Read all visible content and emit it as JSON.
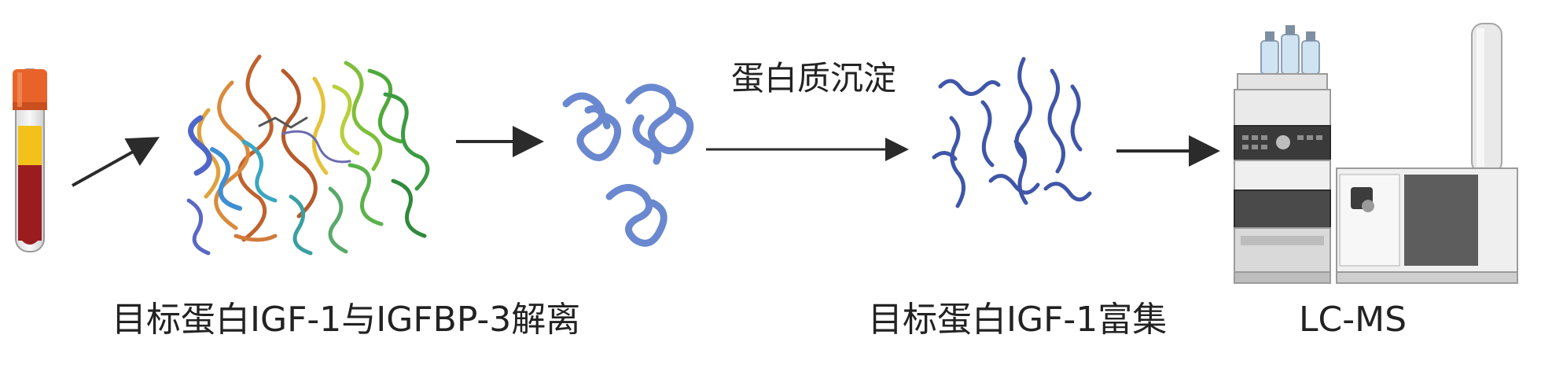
{
  "labels": {
    "dissociation": "目标蛋白IGF-1与IGFBP-3解离",
    "precipitation": "蛋白质沉淀",
    "enrichment": "目标蛋白IGF-1富集",
    "detection": "LC-MS"
  },
  "icons": [
    "blood-tube-icon",
    "protein-complex-icon",
    "free-protein-icon",
    "unfolded-peptide-icon",
    "lc-ms-instrument-icon"
  ],
  "colors": {
    "tube_cap": "#e8632a",
    "serum": "#f2c21b",
    "blood": "#9b1c1f",
    "protein_blue": "#6a88cf",
    "peptide_blue": "#3f56a8",
    "arrow": "#2b2b2b"
  }
}
